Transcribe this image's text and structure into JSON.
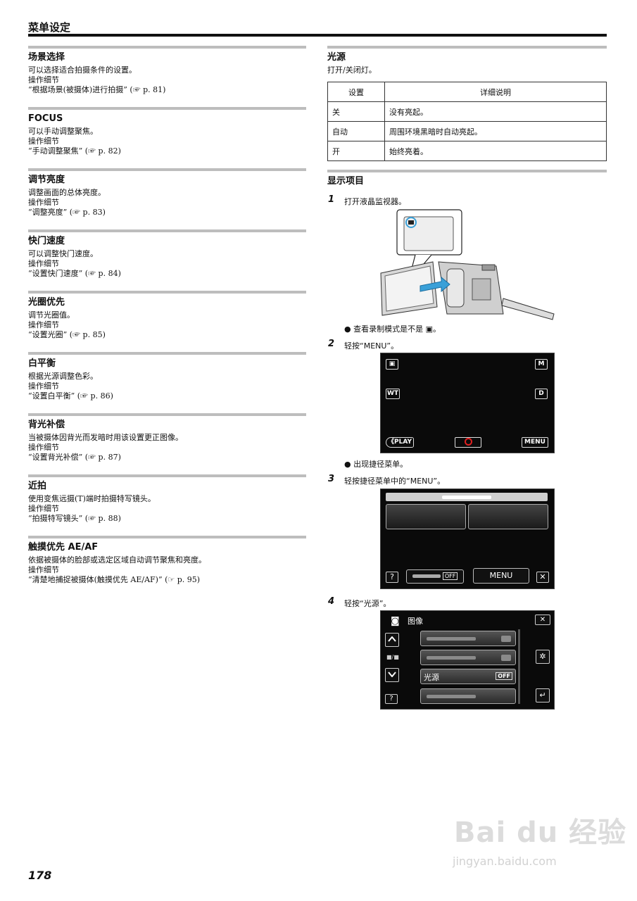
{
  "header": {
    "title": "菜单设定"
  },
  "left_sections": [
    {
      "title": "场景选择",
      "lines": [
        "可以选择适合拍摄条件的设置。",
        "操作细节",
        "“根据场景(被摄体)进行拍摄” (☞ p. 81)"
      ]
    },
    {
      "title": "FOCUS",
      "lines": [
        "可以手动调整聚焦。",
        "操作细节",
        "“手动调整聚焦” (☞ p. 82)"
      ]
    },
    {
      "title": "调节亮度",
      "lines": [
        "调整画面的总体亮度。",
        "操作细节",
        "“调整亮度” (☞ p. 83)"
      ]
    },
    {
      "title": "快门速度",
      "lines": [
        "可以调整快门速度。",
        "操作细节",
        "“设置快门速度” (☞ p. 84)"
      ]
    },
    {
      "title": "光圈优先",
      "lines": [
        "调节光圈值。",
        "操作细节",
        "“设置光圈” (☞ p. 85)"
      ]
    },
    {
      "title": "白平衡",
      "lines": [
        "根据光源调整色彩。",
        "操作细节",
        "“设置白平衡” (☞ p. 86)"
      ]
    },
    {
      "title": "背光补偿",
      "lines": [
        "当被摄体因背光而发暗时用该设置更正图像。",
        "操作细节",
        "“设置背光补偿” (☞ p. 87)"
      ]
    },
    {
      "title": "近拍",
      "lines": [
        "使用变焦远摄(T)端时拍摄特写镜头。",
        "操作细节",
        "“拍摄特写镜头” (☞ p. 88)"
      ]
    },
    {
      "title": "触摸优先 AE/AF",
      "lines": [
        "依据被摄体的脸部或选定区域自动调节聚焦和亮度。",
        "操作细节",
        "“清楚地捕捉被摄体(触摸优先 AE/AF)” (☞ p. 95)"
      ]
    }
  ],
  "light": {
    "title": "光源",
    "desc": "打开/关闭灯。",
    "table_headers": [
      "设置",
      "详细说明"
    ],
    "rows": [
      [
        "关",
        "没有亮起。"
      ],
      [
        "自动",
        "周围环境黑暗时自动亮起。"
      ],
      [
        "开",
        "始终亮着。"
      ]
    ]
  },
  "display": {
    "title": "显示项目",
    "steps": [
      {
        "num": "1",
        "text": "打开液晶监视器。",
        "note": "查看录制模式是不是 ▣。"
      },
      {
        "num": "2",
        "text": "轻按“MENU”。",
        "note": "出现捷径菜单。"
      },
      {
        "num": "3",
        "text": "轻按捷径菜单中的“MENU”。"
      },
      {
        "num": "4",
        "text": "轻按“光源”。"
      }
    ]
  },
  "screen2": {
    "m": "M",
    "wt": "WT",
    "d": "D",
    "play": "《PLAY",
    "menu": "MENU"
  },
  "screen3": {
    "off": "OFF",
    "menu": "MENU",
    "help": "?",
    "close": "✕"
  },
  "screen4": {
    "title": "图像",
    "item": "光源",
    "off": "OFF",
    "help": "?",
    "close": "✕",
    "mid_label": "■/■"
  },
  "footer": {
    "page": "178"
  },
  "watermark": {
    "brand": "Bai du 经验",
    "url": "jingyan.baidu.com"
  }
}
